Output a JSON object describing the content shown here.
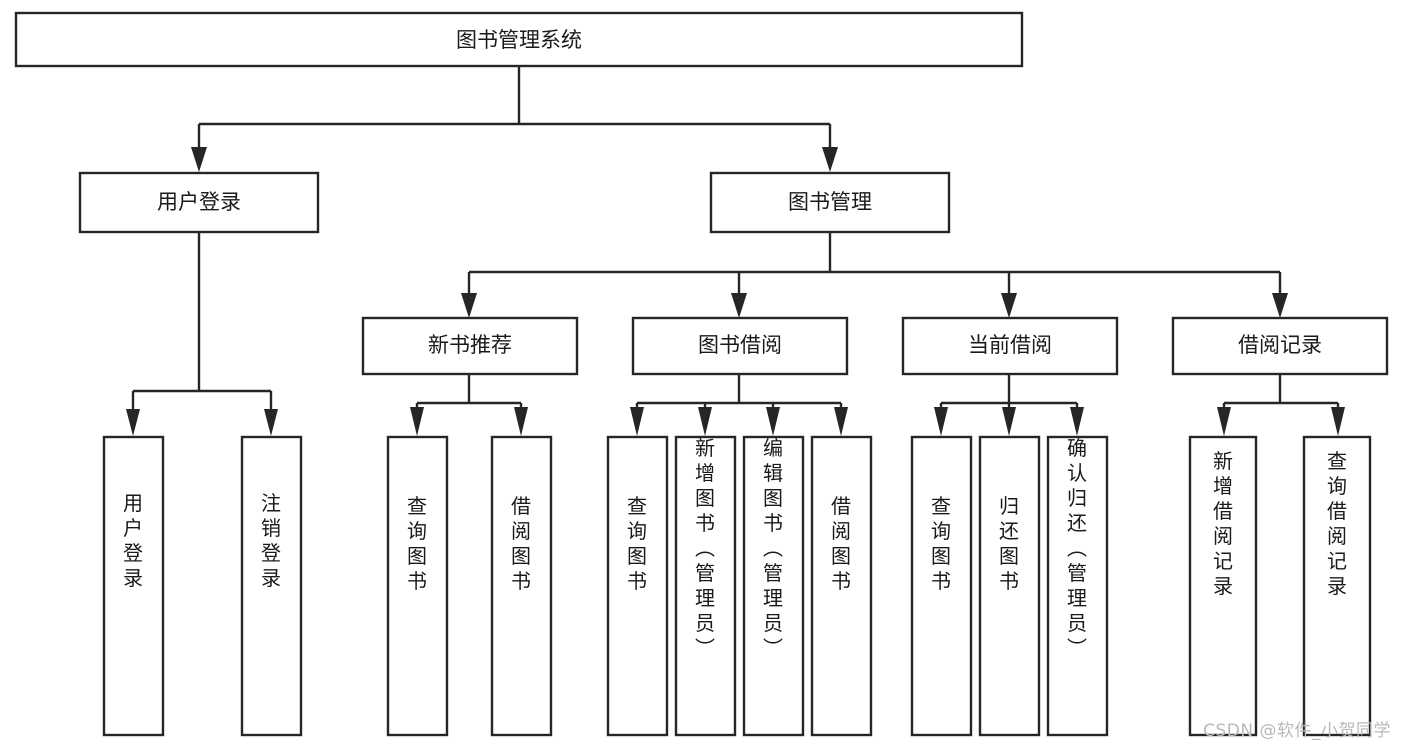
{
  "diagram": {
    "type": "tree",
    "title": "图书管理系统",
    "watermark": "CSDN @软件_小贺同学",
    "colors": {
      "stroke": "#262626",
      "box_fill": "#ffffff",
      "text": "#1a1a1a",
      "background": "#ffffff",
      "watermark": "#b9b9b9"
    },
    "root": {
      "label": "图书管理系统",
      "level": 0
    },
    "level1": [
      {
        "label": "用户登录"
      },
      {
        "label": "图书管理"
      }
    ],
    "level2": [
      {
        "label": "新书推荐",
        "parent": "图书管理"
      },
      {
        "label": "图书借阅",
        "parent": "图书管理"
      },
      {
        "label": "当前借阅",
        "parent": "图书管理"
      },
      {
        "label": "借阅记录",
        "parent": "图书管理"
      }
    ],
    "leaves": {
      "用户登录": [
        {
          "label": "用户登录"
        },
        {
          "label": "注销登录"
        }
      ],
      "新书推荐": [
        {
          "label": "查询图书"
        },
        {
          "label": "借阅图书"
        }
      ],
      "图书借阅": [
        {
          "label": "查询图书"
        },
        {
          "label": "新增图书（管理员）"
        },
        {
          "label": "编辑图书（管理员）"
        },
        {
          "label": "借阅图书"
        }
      ],
      "当前借阅": [
        {
          "label": "查询图书"
        },
        {
          "label": "归还图书"
        },
        {
          "label": "确认归还（管理员）"
        }
      ],
      "借阅记录": [
        {
          "label": "新增借阅记录"
        },
        {
          "label": "查询借阅记录"
        }
      ]
    }
  }
}
